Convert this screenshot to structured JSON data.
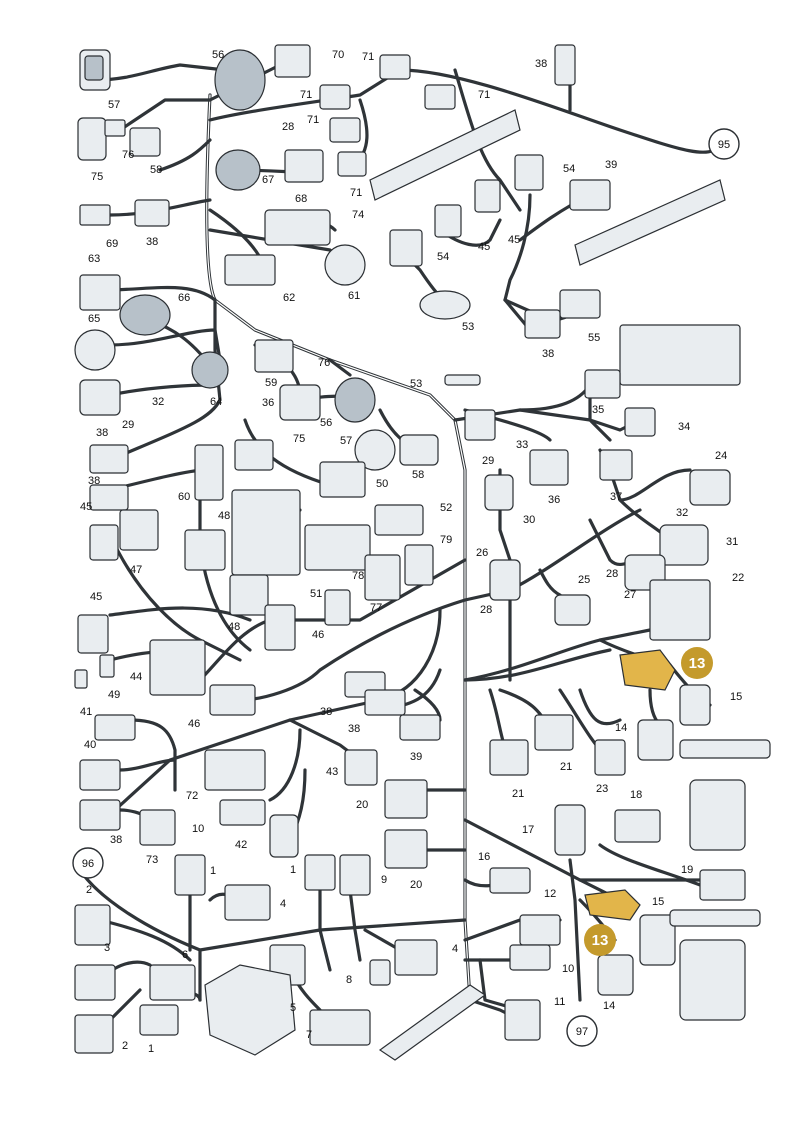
{
  "colors": {
    "wire": "#2f3438",
    "part": "#e9edf0",
    "highlight": "#c49a2c",
    "highlight_part": "#e2b54a"
  },
  "labels": [
    {
      "id": "l57",
      "text": "57"
    },
    {
      "id": "l56a",
      "text": "56"
    },
    {
      "id": "l70",
      "text": "70"
    },
    {
      "id": "l71a",
      "text": "71"
    },
    {
      "id": "l38a",
      "text": "38"
    },
    {
      "id": "l71b",
      "text": "71"
    },
    {
      "id": "l71c",
      "text": "71"
    },
    {
      "id": "l71d",
      "text": "71"
    },
    {
      "id": "l71e",
      "text": "71"
    },
    {
      "id": "l76a",
      "text": "76"
    },
    {
      "id": "l75a",
      "text": "75"
    },
    {
      "id": "l58a",
      "text": "58"
    },
    {
      "id": "l28a",
      "text": "28"
    },
    {
      "id": "l67",
      "text": "67"
    },
    {
      "id": "l68",
      "text": "68"
    },
    {
      "id": "l54a",
      "text": "54"
    },
    {
      "id": "l39a",
      "text": "39"
    },
    {
      "id": "l74",
      "text": "74"
    },
    {
      "id": "l69",
      "text": "69"
    },
    {
      "id": "l38b",
      "text": "38"
    },
    {
      "id": "l45a",
      "text": "45"
    },
    {
      "id": "l45b",
      "text": "45"
    },
    {
      "id": "l54b",
      "text": "54"
    },
    {
      "id": "l62",
      "text": "62"
    },
    {
      "id": "l61",
      "text": "61"
    },
    {
      "id": "l63",
      "text": "63"
    },
    {
      "id": "l66",
      "text": "66"
    },
    {
      "id": "l65",
      "text": "65"
    },
    {
      "id": "l53a",
      "text": "53"
    },
    {
      "id": "l38c",
      "text": "38"
    },
    {
      "id": "l55",
      "text": "55"
    },
    {
      "id": "l76b",
      "text": "76"
    },
    {
      "id": "l59",
      "text": "59"
    },
    {
      "id": "l32a",
      "text": "32"
    },
    {
      "id": "l64",
      "text": "64"
    },
    {
      "id": "l29a",
      "text": "29"
    },
    {
      "id": "l36",
      "text": "36"
    },
    {
      "id": "l75b",
      "text": "75"
    },
    {
      "id": "l56b",
      "text": "56"
    },
    {
      "id": "l53b",
      "text": "53"
    },
    {
      "id": "l35",
      "text": "35"
    },
    {
      "id": "l38d",
      "text": "38"
    },
    {
      "id": "l57b",
      "text": "57"
    },
    {
      "id": "l58b",
      "text": "58"
    },
    {
      "id": "l33",
      "text": "33"
    },
    {
      "id": "l34",
      "text": "34"
    },
    {
      "id": "l38e",
      "text": "38"
    },
    {
      "id": "l60",
      "text": "60"
    },
    {
      "id": "l50",
      "text": "50"
    },
    {
      "id": "l29b",
      "text": "29"
    },
    {
      "id": "l36b",
      "text": "36"
    },
    {
      "id": "l37",
      "text": "37"
    },
    {
      "id": "l24",
      "text": "24"
    },
    {
      "id": "l45c",
      "text": "45"
    },
    {
      "id": "l48a",
      "text": "48"
    },
    {
      "id": "l52",
      "text": "52"
    },
    {
      "id": "l30",
      "text": "30"
    },
    {
      "id": "l32b",
      "text": "32"
    },
    {
      "id": "l47",
      "text": "47"
    },
    {
      "id": "l79",
      "text": "79"
    },
    {
      "id": "l31",
      "text": "31"
    },
    {
      "id": "l26",
      "text": "26"
    },
    {
      "id": "l28b",
      "text": "28"
    },
    {
      "id": "l78",
      "text": "78"
    },
    {
      "id": "l51",
      "text": "51"
    },
    {
      "id": "l77",
      "text": "77"
    },
    {
      "id": "l25",
      "text": "25"
    },
    {
      "id": "l22",
      "text": "22"
    },
    {
      "id": "l27",
      "text": "27"
    },
    {
      "id": "l28c",
      "text": "28"
    },
    {
      "id": "l45d",
      "text": "45"
    },
    {
      "id": "l48b",
      "text": "48"
    },
    {
      "id": "l46a",
      "text": "46"
    },
    {
      "id": "l44",
      "text": "44"
    },
    {
      "id": "l49",
      "text": "49"
    },
    {
      "id": "l15a",
      "text": "15"
    },
    {
      "id": "l14a",
      "text": "14"
    },
    {
      "id": "l46b",
      "text": "46"
    },
    {
      "id": "l38f",
      "text": "38"
    },
    {
      "id": "l41",
      "text": "41"
    },
    {
      "id": "l38g",
      "text": "38"
    },
    {
      "id": "l39b",
      "text": "39"
    },
    {
      "id": "l40",
      "text": "40"
    },
    {
      "id": "l21a",
      "text": "21"
    },
    {
      "id": "l21b",
      "text": "21"
    },
    {
      "id": "l23",
      "text": "23"
    },
    {
      "id": "l43",
      "text": "43"
    },
    {
      "id": "l72",
      "text": "72"
    },
    {
      "id": "l18",
      "text": "18"
    },
    {
      "id": "l20a",
      "text": "20"
    },
    {
      "id": "l38h",
      "text": "38"
    },
    {
      "id": "l73",
      "text": "73"
    },
    {
      "id": "l10a",
      "text": "10"
    },
    {
      "id": "l42",
      "text": "42"
    },
    {
      "id": "l17",
      "text": "17"
    },
    {
      "id": "l16",
      "text": "16"
    },
    {
      "id": "l1a",
      "text": "1"
    },
    {
      "id": "l1b",
      "text": "1"
    },
    {
      "id": "l9",
      "text": "9"
    },
    {
      "id": "l20b",
      "text": "20"
    },
    {
      "id": "l19",
      "text": "19"
    },
    {
      "id": "l2a",
      "text": "2"
    },
    {
      "id": "l4a",
      "text": "4"
    },
    {
      "id": "l12",
      "text": "12"
    },
    {
      "id": "l15b",
      "text": "15"
    },
    {
      "id": "l3",
      "text": "3"
    },
    {
      "id": "l6",
      "text": "6"
    },
    {
      "id": "l4b",
      "text": "4"
    },
    {
      "id": "l10b",
      "text": "10"
    },
    {
      "id": "l8",
      "text": "8"
    },
    {
      "id": "l5",
      "text": "5"
    },
    {
      "id": "l14b",
      "text": "14"
    },
    {
      "id": "l11",
      "text": "11"
    },
    {
      "id": "l7",
      "text": "7"
    },
    {
      "id": "l2b",
      "text": "2"
    },
    {
      "id": "l1c",
      "text": "1"
    }
  ],
  "highlights": [
    {
      "id": "h13a",
      "text": "13"
    },
    {
      "id": "h13b",
      "text": "13"
    }
  ],
  "rings": [
    {
      "id": "r95",
      "text": "95"
    },
    {
      "id": "r96",
      "text": "96"
    },
    {
      "id": "r97",
      "text": "97"
    }
  ]
}
